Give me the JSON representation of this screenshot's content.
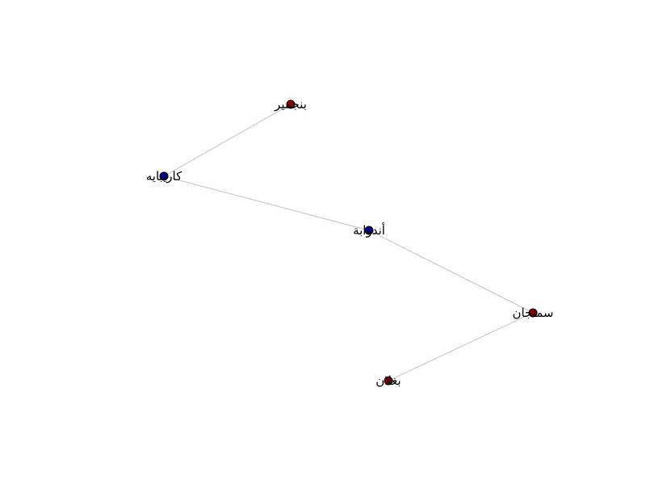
{
  "graph": {
    "nodes": [
      {
        "id": "n1",
        "label": "بنجمير",
        "color": "#8b0000"
      },
      {
        "id": "n2",
        "label": "كاريبايه",
        "color": "#00008b"
      },
      {
        "id": "n3",
        "label": "أندوابة",
        "color": "#00008b"
      },
      {
        "id": "n4",
        "label": "سمنجان",
        "color": "#8b0000"
      },
      {
        "id": "n5",
        "label": "بغلان",
        "color": "#8b0000"
      }
    ],
    "edges": [
      {
        "source": "n1",
        "target": "n2"
      },
      {
        "source": "n2",
        "target": "n3"
      },
      {
        "source": "n3",
        "target": "n4"
      },
      {
        "source": "n4",
        "target": "n5"
      }
    ],
    "edge_color": "#cccccc",
    "node_outline": "#000000"
  }
}
